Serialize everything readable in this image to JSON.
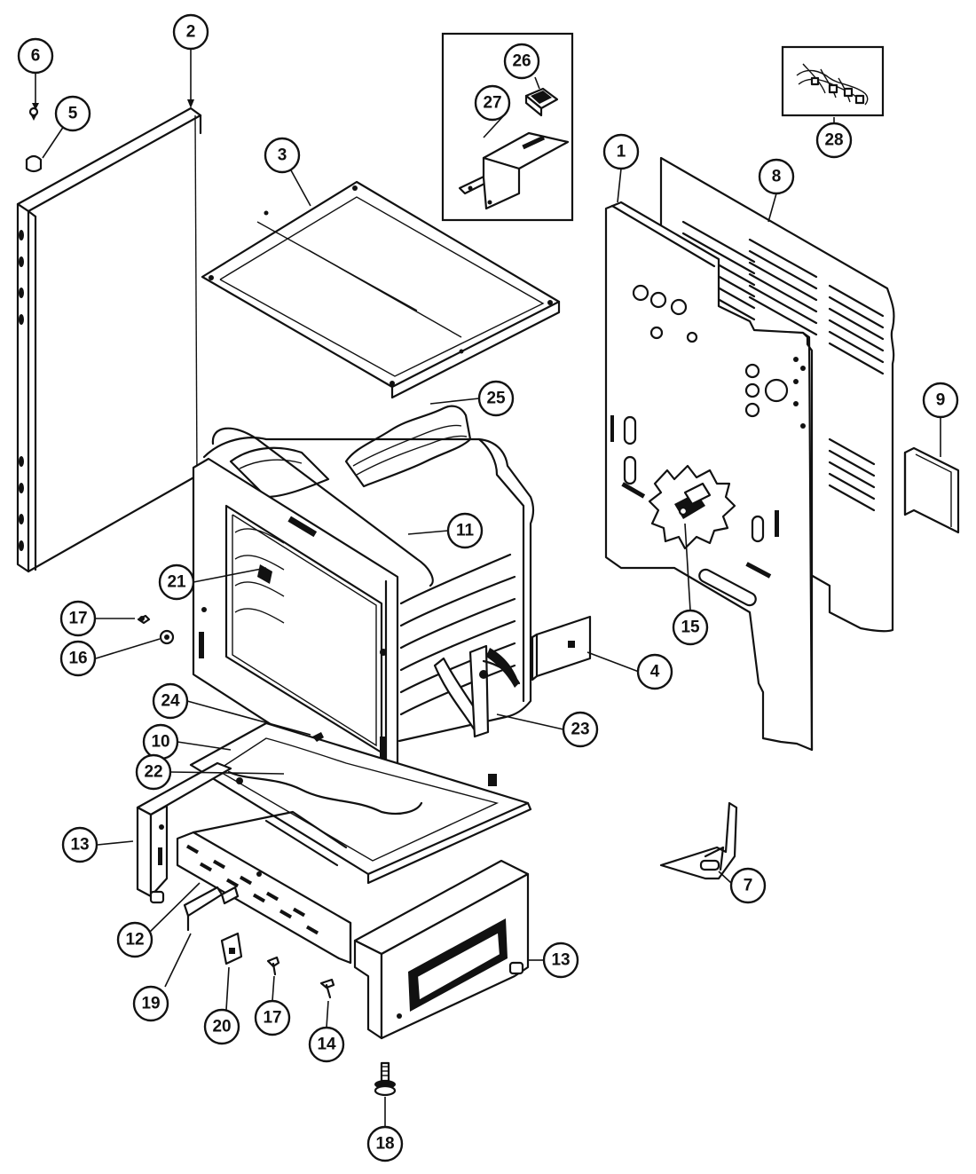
{
  "callouts": [
    {
      "id": "c1",
      "label": "1"
    },
    {
      "id": "c2",
      "label": "2"
    },
    {
      "id": "c3",
      "label": "3"
    },
    {
      "id": "c4",
      "label": "4"
    },
    {
      "id": "c5",
      "label": "5"
    },
    {
      "id": "c6",
      "label": "6"
    },
    {
      "id": "c7",
      "label": "7"
    },
    {
      "id": "c8",
      "label": "8"
    },
    {
      "id": "c9",
      "label": "9"
    },
    {
      "id": "c10",
      "label": "10"
    },
    {
      "id": "c11",
      "label": "11"
    },
    {
      "id": "c12",
      "label": "12"
    },
    {
      "id": "c13a",
      "label": "13"
    },
    {
      "id": "c13b",
      "label": "13"
    },
    {
      "id": "c14",
      "label": "14"
    },
    {
      "id": "c15",
      "label": "15"
    },
    {
      "id": "c16",
      "label": "16"
    },
    {
      "id": "c17a",
      "label": "17"
    },
    {
      "id": "c17b",
      "label": "17"
    },
    {
      "id": "c18",
      "label": "18"
    },
    {
      "id": "c19",
      "label": "19"
    },
    {
      "id": "c20",
      "label": "20"
    },
    {
      "id": "c21",
      "label": "21"
    },
    {
      "id": "c22",
      "label": "22"
    },
    {
      "id": "c23",
      "label": "23"
    },
    {
      "id": "c24",
      "label": "24"
    },
    {
      "id": "c25",
      "label": "25"
    },
    {
      "id": "c26",
      "label": "26"
    },
    {
      "id": "c27",
      "label": "27"
    },
    {
      "id": "c28",
      "label": "28"
    }
  ]
}
